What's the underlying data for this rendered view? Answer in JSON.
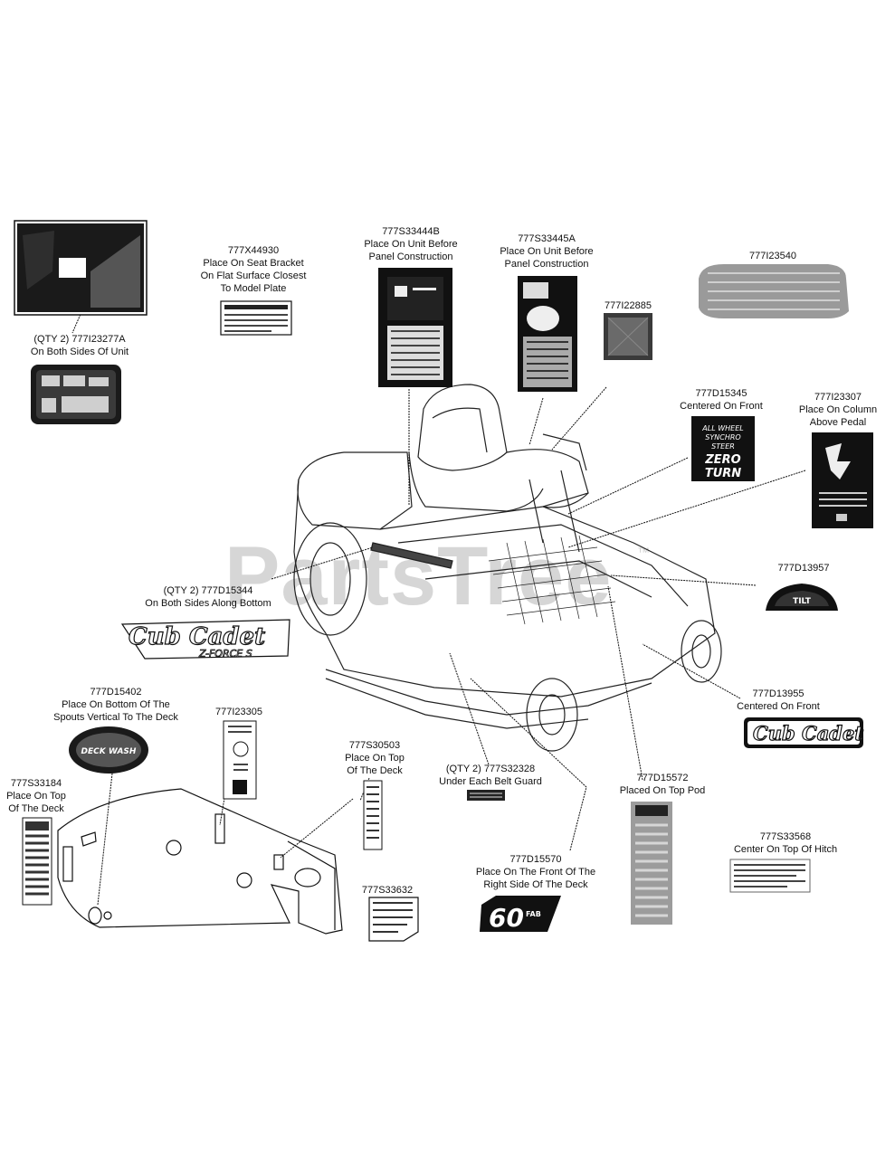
{
  "watermark": {
    "text": "PartsTree",
    "tm": "™"
  },
  "callouts": [
    {
      "id": "777X44930",
      "lines": [
        "777X44930",
        "Place On Seat Bracket",
        "On Flat Surface Closest",
        "To Model Plate"
      ]
    },
    {
      "id": "777S33444B",
      "lines": [
        "777S33444B",
        "Place On Unit Before",
        "Panel Construction"
      ]
    },
    {
      "id": "777S33445A",
      "lines": [
        "777S33445A",
        "Place On Unit Before",
        "Panel Construction"
      ]
    },
    {
      "id": "777I23540",
      "lines": [
        "777I23540"
      ]
    },
    {
      "id": "777I22885",
      "lines": [
        "777I22885"
      ]
    },
    {
      "id": "777I23277A",
      "lines": [
        "(QTY 2) 777I23277A",
        "On Both Sides Of Unit"
      ]
    },
    {
      "id": "777D15345",
      "lines": [
        "777D15345",
        "Centered On Front"
      ]
    },
    {
      "id": "777I23307",
      "lines": [
        "777I23307",
        "Place On Column",
        "Above Pedal"
      ]
    },
    {
      "id": "777D13957",
      "lines": [
        "777D13957"
      ]
    },
    {
      "id": "777D15344",
      "lines": [
        "(QTY 2) 777D15344",
        "On Both Sides Along Bottom"
      ]
    },
    {
      "id": "777D13955",
      "lines": [
        "777D13955",
        "Centered On Front"
      ]
    },
    {
      "id": "777D15402",
      "lines": [
        "777D15402",
        "Place On Bottom Of The",
        "Spouts Vertical To The Deck"
      ]
    },
    {
      "id": "777I23305",
      "lines": [
        "777I23305"
      ]
    },
    {
      "id": "777S30503",
      "lines": [
        "777S30503",
        "Place On Top",
        "Of The Deck"
      ]
    },
    {
      "id": "777S33184",
      "lines": [
        "777S33184",
        "Place On Top",
        "Of The Deck"
      ]
    },
    {
      "id": "777S32328",
      "lines": [
        "(QTY 2) 777S32328",
        "Under Each Belt Guard"
      ]
    },
    {
      "id": "777D15572",
      "lines": [
        "777D15572",
        "Placed On Top Pod"
      ]
    },
    {
      "id": "777D15570",
      "lines": [
        "777D15570",
        "Place On The Front Of The",
        "Right Side Of The Deck"
      ]
    },
    {
      "id": "777S33568",
      "lines": [
        "777S33568",
        "Center On Top Of Hitch"
      ]
    },
    {
      "id": "777S33632",
      "lines": [
        "777S33632"
      ]
    }
  ],
  "decal_texts": {
    "cub_cadet_z": "Cub Cadet",
    "z_force": "Z-FORCE S",
    "cub_cadet_front": "Cub Cadet",
    "zero_turn_1": "ALL WHEEL",
    "zero_turn_2": "SYNCHRO",
    "zero_turn_3": "STEER",
    "zero_turn_4": "ZERO",
    "zero_turn_5": "TURN",
    "deck_wash": "DECK WASH",
    "sixty": "60",
    "sixty_suffix": "FAB",
    "tilt": "TILT"
  }
}
